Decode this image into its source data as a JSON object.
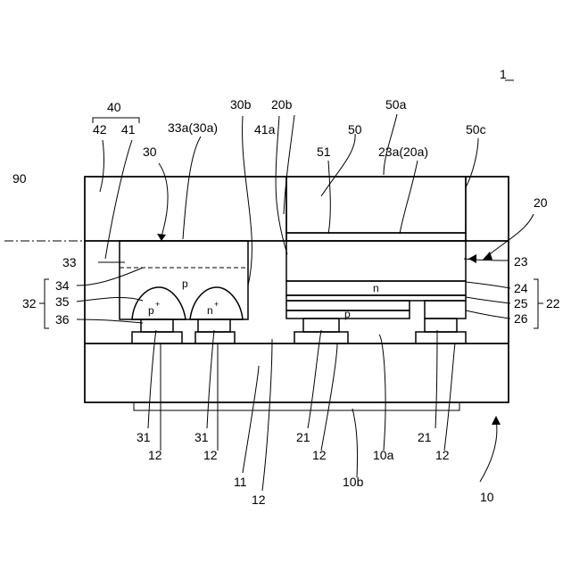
{
  "figure": {
    "ref_number": "1",
    "labels": {
      "l40": "40",
      "l42": "42",
      "l41": "41",
      "l30": "30",
      "l33a30a": "33a(30a)",
      "l30b": "30b",
      "l20b": "20b",
      "l41a": "41a",
      "l50": "50",
      "l50a": "50a",
      "l51": "51",
      "l23a20a": "23a(20a)",
      "l50c": "50c",
      "l90": "90",
      "l20": "20",
      "l33": "33",
      "l23": "23",
      "l34": "34",
      "l24": "24",
      "l32": "32",
      "l22": "22",
      "l35": "35",
      "l25": "25",
      "l36": "36",
      "l26": "26",
      "l31a": "31",
      "l12a": "12",
      "l31b": "31",
      "l12b": "12",
      "l11": "11",
      "l12c": "12",
      "l21a": "21",
      "l12d": "12",
      "l10a": "10a",
      "l10b": "10b",
      "l21b": "21",
      "l12e": "12",
      "l10": "10"
    },
    "region_text": {
      "p_region": "p",
      "p_plus": "p",
      "p_plus_sup": "+",
      "n_plus": "n",
      "n_plus_sup": "+",
      "n_layer": "n",
      "p_layer": "p"
    }
  }
}
